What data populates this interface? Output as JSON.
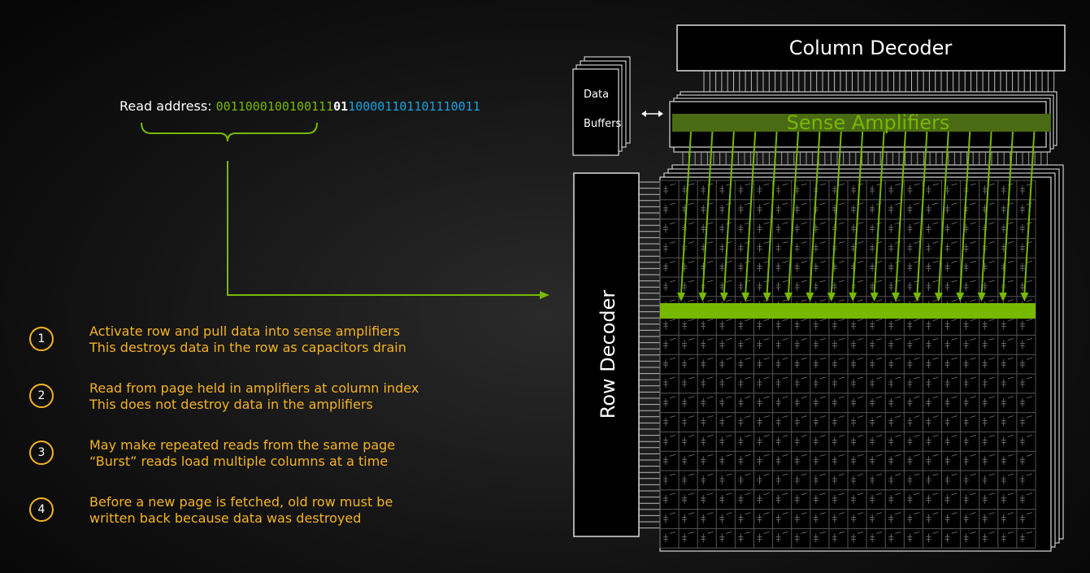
{
  "address": {
    "label": "Read address: ",
    "row_bits": "0011000100100111",
    "bank_bits": "01",
    "column_bits": "100001101101110011"
  },
  "diagram": {
    "column_decoder": "Column Decoder",
    "sense_amplifiers": "Sense Amplifiers",
    "row_decoder": "Row Decoder",
    "data_buffers_line1": "Data",
    "data_buffers_line2": "Buffers"
  },
  "steps": [
    {
      "number": "1",
      "line1": "Activate row and pull data into sense amplifiers",
      "line2": "This destroys data in the row as capacitors drain"
    },
    {
      "number": "2",
      "line1": "Read from page held in amplifiers at column index",
      "line2": "This does not destroy data in the amplifiers"
    },
    {
      "number": "3",
      "line1": "May make repeated reads from the same page",
      "line2": "“Burst” reads load multiple columns at a time"
    },
    {
      "number": "4",
      "line1": "Before a new page is fetched, old row must be",
      "line2": "written back because data was destroyed"
    }
  ],
  "colors": {
    "accent_green": "#76b900",
    "column_blue": "#1aa3e0",
    "step_orange": "#f5b323"
  }
}
